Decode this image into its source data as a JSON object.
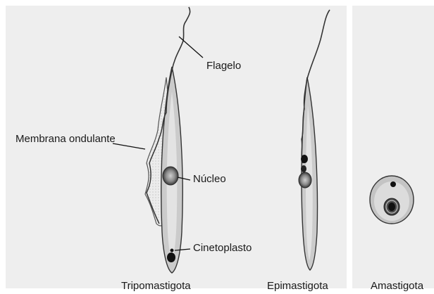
{
  "labels": {
    "flagellum": "Flagelo",
    "undulating_membrane": "Membrana ondulante",
    "nucleus": "Núcleo",
    "kinetoplast": "Cinetoplasto"
  },
  "captions": {
    "trypomastigote": "Tripomastigota",
    "epimastigote": "Epimastigota",
    "amastigote": "Amastigota"
  },
  "colors": {
    "panel_background": "#eeeeee",
    "cell_body_fill": "#c9c9c9",
    "membrane_fill": "#e9e9e9",
    "outline": "#333333"
  }
}
